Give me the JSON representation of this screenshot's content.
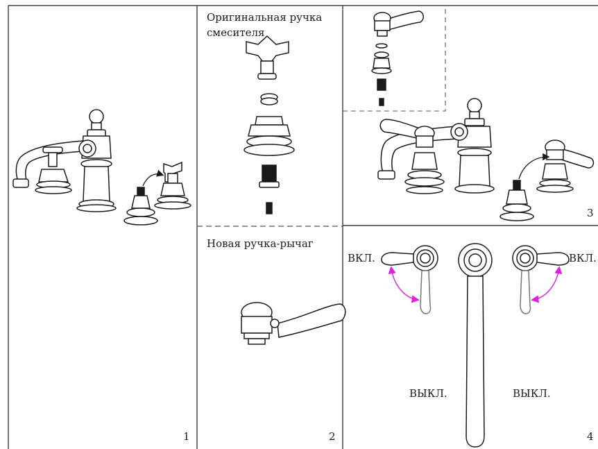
{
  "panels": [
    {
      "number": "1"
    },
    {
      "number": "2",
      "caption_top": "Оригинальная ручка смесителя",
      "caption_bottom": "Новая ручка-рычаг"
    },
    {
      "number": "3"
    },
    {
      "number": "4",
      "on_left": "ВКЛ.",
      "on_right": "ВКЛ.",
      "off_left": "ВЫКЛ.",
      "off_right": "ВЫКЛ."
    }
  ],
  "colors": {
    "line": "#1a1a1a",
    "arrow_magenta": "#e020e0",
    "dash": "#555555"
  }
}
